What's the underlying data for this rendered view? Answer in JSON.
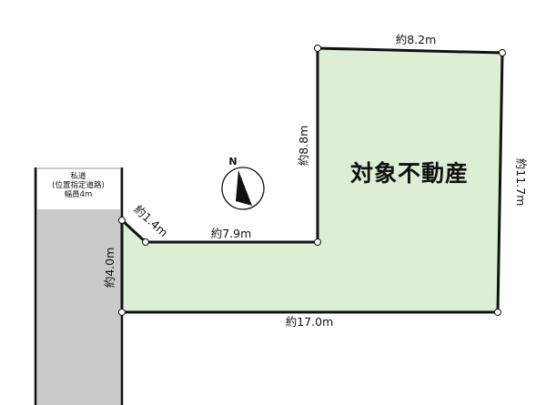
{
  "road": {
    "line1": "私道",
    "line2": "(位置指定道路)",
    "line3": "幅員4m"
  },
  "property": {
    "label": "対象不動産"
  },
  "compass": {
    "north_label": "N"
  },
  "dimensions": {
    "top": "約8.2m",
    "right": "約11.7m",
    "inner_vertical": "約8.8m",
    "inner_horizontal": "約7.9m",
    "diagonal": "約1.4m",
    "left": "約4.0m",
    "bottom": "約17.0m"
  },
  "colors": {
    "lot_fill": "#dcefd4",
    "road_fill": "#c9c9c9",
    "outline": "#111111"
  }
}
